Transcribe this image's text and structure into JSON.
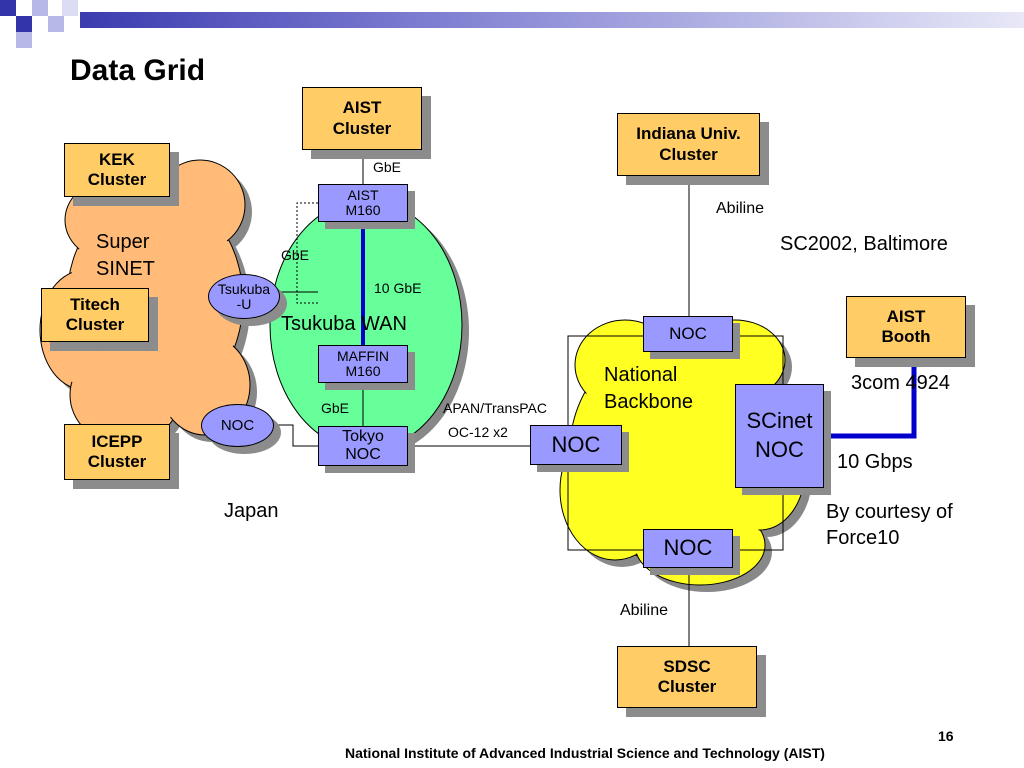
{
  "slide": {
    "title": "Data Grid",
    "page_number": "16",
    "footer": "National Institute of Advanced Industrial Science and Technology (AIST)"
  },
  "colors": {
    "cluster_fill": "#ffcc66",
    "node_fill": "#9999ff",
    "super_sinet_cloud": "#ffbb77",
    "tsukuba_wan": "#66ff99",
    "national_backbone": "#ffff22",
    "link_10g": "#0000cc"
  },
  "clusters": {
    "aist": "AIST\nCluster",
    "kek": "KEK\nCluster",
    "titech": "Titech\nCluster",
    "icepp": "ICEPP\nCluster",
    "indiana": "Indiana Univ.\nCluster",
    "sdsc": "SDSC\nCluster",
    "aist_booth": "AIST\nBooth"
  },
  "nodes": {
    "aist_m160": "AIST\nM160",
    "maffin_m160": "MAFFIN\nM160",
    "tokyo_noc": "Tokyo\nNOC",
    "japan_noc": "NOC",
    "tsukuba_u": "Tsukuba\n-U",
    "us_noc_top": "NOC",
    "us_noc_left": "NOC",
    "us_noc_bottom": "NOC",
    "scinet_noc": "SCinet\nNOC"
  },
  "clouds": {
    "super_sinet": "Super\nSINET",
    "tsukuba_wan": "Tsukuba WAN",
    "national_backbone": "National\nBackbone"
  },
  "labels": {
    "gbe_top": "GbE",
    "gbe_left": "GbE",
    "gbe_bottom": "GbE",
    "ten_gbe": "10 GbE",
    "abiline_top": "Abiline",
    "abiline_bottom": "Abiline",
    "apan": "APAN/TransPAC",
    "oc12": "OC-12 x2",
    "sc2002": "SC2002, Baltimore",
    "threecom": "3com 4924",
    "ten_gbps": "10 Gbps",
    "courtesy": "By courtesy of\nForce10",
    "japan": "Japan"
  }
}
